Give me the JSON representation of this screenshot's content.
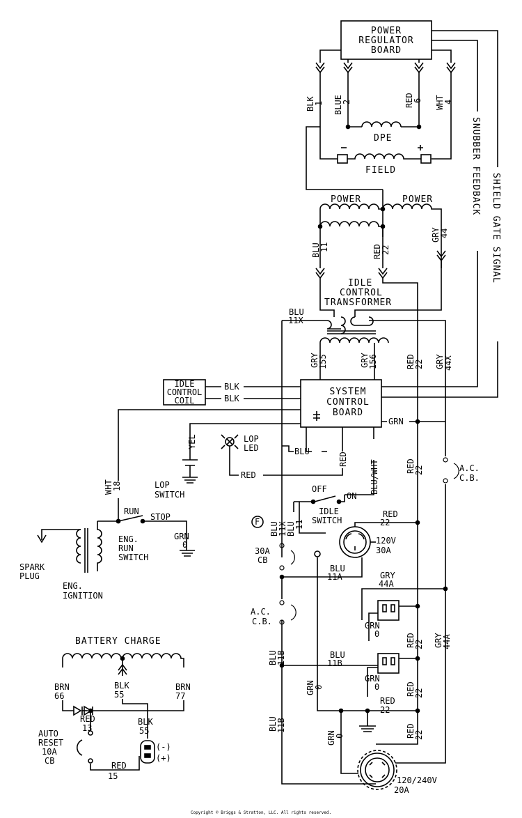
{
  "boxes": {
    "regulator": [
      "POWER",
      "REGULATOR",
      "BOARD"
    ],
    "control": [
      "SYSTEM",
      "CONTROL",
      "BOARD"
    ],
    "coil": [
      "IDLE",
      "CONTROL",
      "COIL"
    ]
  },
  "windings": {
    "dpe": "DPE",
    "field": "FIELD",
    "power_left": "POWER",
    "power_right": "POWER",
    "transformer": [
      "IDLE",
      "CONTROL",
      "TRANSFORMER"
    ],
    "battery": "BATTERY CHARGE"
  },
  "reg_wires": {
    "blk": [
      "BLK",
      "1"
    ],
    "blue": [
      "BLUE",
      "2"
    ],
    "red": [
      "RED",
      "6"
    ],
    "wht": [
      "WHT",
      "4"
    ]
  },
  "power_wires": {
    "blu": [
      "BLU",
      "11"
    ],
    "red": [
      "RED",
      "22"
    ],
    "gry": [
      "GRY",
      "44"
    ]
  },
  "ctrl_wires": {
    "blu11x": [
      "BLU",
      "11X"
    ],
    "gry155": [
      "GRY",
      "155"
    ],
    "gry156": [
      "GRY",
      "156"
    ],
    "red22": [
      "RED",
      "22"
    ],
    "gry44x": [
      "GRY",
      "44X"
    ],
    "blk1": "BLK",
    "blk2": "BLK",
    "grn": "GRN",
    "blu": "BLU",
    "red": "RED",
    "bluwht": "BLU/WHT"
  },
  "vertical_labels": {
    "snubber": "SNUBBER FEEDBACK",
    "shield": "SHIELD GATE SIGNAL"
  },
  "left_section": {
    "yel": "YEL",
    "lop_led": [
      "LOP",
      "LED"
    ],
    "lop_switch": [
      "LOP",
      "SWITCH"
    ],
    "wht18": [
      "WHT",
      "18"
    ],
    "run": "RUN",
    "stop": "STOP",
    "eng_run_switch": [
      "ENG.",
      "RUN",
      "SWITCH"
    ],
    "grn0": [
      "GRN",
      "0"
    ],
    "spark_plug": [
      "SPARK",
      "PLUG"
    ],
    "eng_ignition": [
      "ENG.",
      "IGNITION"
    ]
  },
  "idle_switch": {
    "off": "OFF",
    "on": "ON",
    "label": [
      "IDLE",
      "SWITCH"
    ]
  },
  "bottom_right": {
    "f_marker": "F",
    "blu11x": [
      "BLU",
      "11X"
    ],
    "blu11": [
      "BLU",
      "11"
    ],
    "red22_a": [
      "RED",
      "22"
    ],
    "cb30": [
      "30A",
      "CB"
    ],
    "recept_120": [
      "120V",
      "30A"
    ],
    "blu11a": [
      "BLU",
      "11A"
    ],
    "gry44a_a": [
      "GRY",
      "44A"
    ],
    "grn0_a": [
      "GRN",
      "0"
    ],
    "red22_b": [
      "RED",
      "22"
    ],
    "gry44a_b": [
      "GRY",
      "44A"
    ],
    "acb_left": [
      "A.C.",
      "C.B."
    ],
    "acb_right": [
      "A.C.",
      "C.B."
    ],
    "blu11b_a": [
      "BLU",
      "11B"
    ],
    "blu11b_b": [
      "BLU",
      "11B"
    ],
    "grn0_b": [
      "GRN",
      "0"
    ],
    "red22_c": [
      "RED",
      "22"
    ],
    "grn0_c": [
      "GRN",
      "0"
    ],
    "red22_d": [
      "RED",
      "22"
    ],
    "red22_main": [
      "RED",
      "22"
    ],
    "blu11b_c": [
      "BLU",
      "11B"
    ],
    "grn0_d": [
      "GRN",
      "0"
    ],
    "red22_e": [
      "RED",
      "22"
    ],
    "recept_240": [
      "120/240V",
      "20A"
    ]
  },
  "battery": {
    "brn66": [
      "BRN",
      "66"
    ],
    "blk55_a": [
      "BLK",
      "55"
    ],
    "brn77": [
      "BRN",
      "77"
    ],
    "red13": [
      "RED",
      "13"
    ],
    "blk55_b": [
      "BLK",
      "55"
    ],
    "auto_reset": [
      "AUTO",
      "RESET",
      "10A",
      "CB"
    ],
    "red15": [
      "RED",
      "15"
    ],
    "minus": "(-)",
    "plus": "(+)"
  },
  "copyright": "Copyright © Briggs & Stratton, LLC. All rights reserved."
}
